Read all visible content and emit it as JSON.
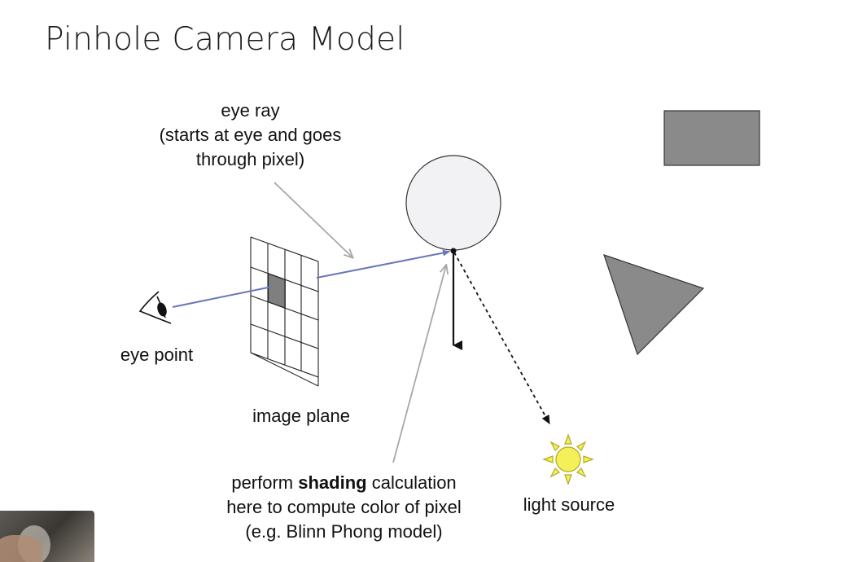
{
  "slide": {
    "title": "Pinhole Camera Model"
  },
  "labels": {
    "eye_ray": [
      "eye ray",
      "(starts at eye and goes",
      "through pixel)"
    ],
    "eye_point": "eye point",
    "image_plane": "image plane",
    "shading": {
      "line1_before": "perform ",
      "line1_bold": "shading",
      "line1_after": " calculation",
      "line2": "here to compute color of pixel",
      "line3": "(e.g. Blinn Phong model)"
    },
    "light_source": "light source"
  },
  "colors": {
    "ray": "#6878b8",
    "pointer": "#a8a8a8",
    "object_fill": "#8a8a8a",
    "sphere_fill": "#f2f2f4",
    "sun_fill": "#f4f05a",
    "sun_stroke": "#b0aa20"
  },
  "icons": {
    "eye": "eye-icon",
    "sun": "sun-icon"
  }
}
